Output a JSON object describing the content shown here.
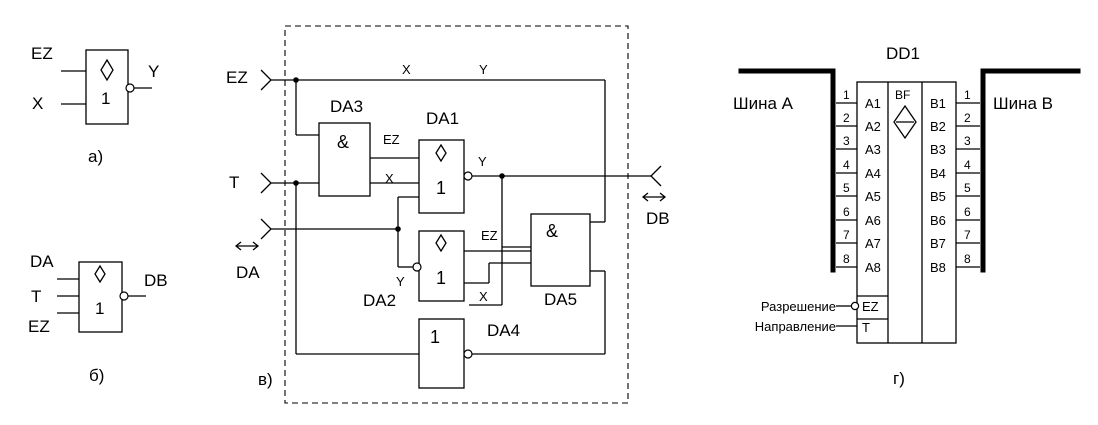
{
  "panel_a": {
    "caption": "а)",
    "in_top": "EZ",
    "in_bottom": "X",
    "out": "Y",
    "gate_symbol": "1"
  },
  "panel_b": {
    "caption": "б)",
    "in_1": "DA",
    "in_2": "T",
    "in_3": "EZ",
    "out": "DB",
    "gate_symbol": "1"
  },
  "panel_v": {
    "caption": "в)",
    "input_ez": "EZ",
    "input_t": "T",
    "port_da": "DA",
    "port_db": "DB",
    "gates": {
      "da1": {
        "name": "DA1",
        "symbol": "1"
      },
      "da2": {
        "name": "DA2",
        "symbol": "1"
      },
      "da3": {
        "name": "DA3",
        "symbol": "&"
      },
      "da4": {
        "name": "DA4",
        "symbol": "1"
      },
      "da5": {
        "name": "DA5",
        "symbol": "&"
      }
    },
    "wire_labels": {
      "top_x": "X",
      "top_y": "Y",
      "da1_ez": "EZ",
      "da1_x": "X",
      "da1_y": "Y",
      "da2_ez": "EZ",
      "da2_y": "Y",
      "da2_x": "X"
    }
  },
  "panel_g": {
    "caption": "г)",
    "chip_name": "DD1",
    "bus_a_label": "Шина А",
    "bus_b_label": "Шина В",
    "center_label": "BF",
    "pins_a": [
      "A1",
      "A2",
      "A3",
      "A4",
      "A5",
      "A6",
      "A7",
      "A8"
    ],
    "pins_b": [
      "B1",
      "B2",
      "B3",
      "B4",
      "B5",
      "B6",
      "B7",
      "B8"
    ],
    "bus_line_numbers": [
      "1",
      "2",
      "3",
      "4",
      "5",
      "6",
      "7",
      "8"
    ],
    "pin_ez": "EZ",
    "pin_t": "T",
    "enable_label": "Разрешение",
    "direction_label": "Направление"
  }
}
